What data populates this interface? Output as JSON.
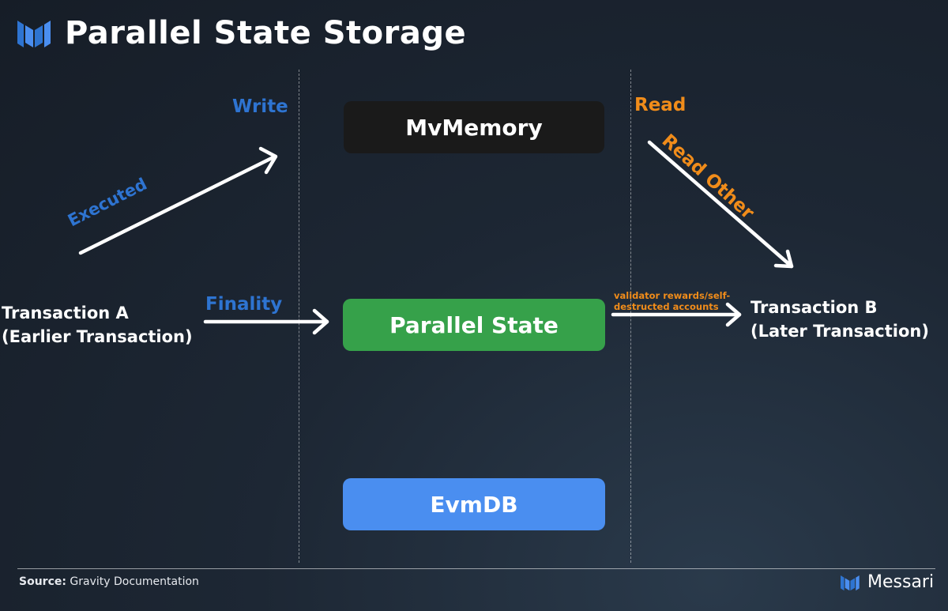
{
  "header": {
    "title": "Parallel State Storage",
    "logo_icon": "messari-m-logo",
    "accent": "#2e74d1"
  },
  "boxes": {
    "mvmemory": {
      "label": "MvMemory",
      "color": "#1a1a1a"
    },
    "parallel_state": {
      "label": "Parallel State",
      "color": "#36a14a"
    },
    "evmdb": {
      "label": "EvmDB",
      "color": "#4a8ef0"
    }
  },
  "labels": {
    "write": "Write",
    "read": "Read",
    "executed": "Executed",
    "read_other": "Read Other",
    "finality": "Finality",
    "validator_note": "validator rewards/self-destructed accounts"
  },
  "transactions": {
    "a_line1": "Transaction A",
    "a_line2": "(Earlier Transaction)",
    "b_line1": "Transaction B",
    "b_line2": "(Later Transaction)"
  },
  "colors": {
    "blue_label": "#2e74d1",
    "orange_label": "#f08c1a",
    "arrow": "#ffffff"
  },
  "footer": {
    "source_prefix": "Source:",
    "source_text": " Gravity Documentation",
    "brand": "Messari"
  }
}
